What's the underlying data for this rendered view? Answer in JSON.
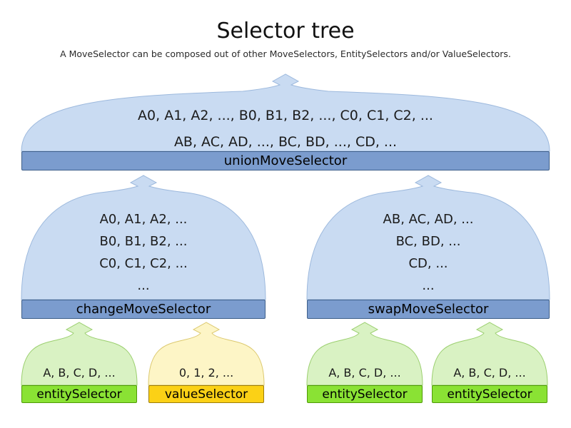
{
  "title": "Selector tree",
  "subtitle": "A MoveSelector can be composed out of other MoveSelectors, EntitySelectors and/or ValueSelectors.",
  "nodes": {
    "union": {
      "label": "unionMoveSelector",
      "lines": [
        "A0, A1, A2, ..., B0, B1, B2, ..., C0, C1, C2, ...",
        "AB, AC, AD, ..., BC, BD, ..., CD, ..."
      ]
    },
    "change": {
      "label": "changeMoveSelector",
      "lines": [
        "A0, A1, A2, ...",
        "B0, B1, B2, ...",
        "C0, C1, C2, ...",
        "..."
      ]
    },
    "swap": {
      "label": "swapMoveSelector",
      "lines": [
        "AB, AC, AD, ...",
        "BC, BD, ...",
        "CD, ...",
        "..."
      ]
    },
    "entity1": {
      "label": "entitySelector",
      "lines": [
        "A, B, C, D, ..."
      ]
    },
    "value1": {
      "label": "valueSelector",
      "lines": [
        "0, 1, 2, ..."
      ]
    },
    "entity2": {
      "label": "entitySelector",
      "lines": [
        "A, B, C, D, ..."
      ]
    },
    "entity3": {
      "label": "entitySelector",
      "lines": [
        "A, B, C, D, ..."
      ]
    }
  },
  "colors": {
    "blue": {
      "fill": "#c9dbf2",
      "stroke": "#9db9dd",
      "bar": "#7b9cce",
      "border": "#3e5f8a"
    },
    "green": {
      "fill": "#d9f2c3",
      "stroke": "#9bcf6f",
      "bar": "#8ae234",
      "border": "#4e9a06"
    },
    "yellow": {
      "fill": "#fdf5c6",
      "stroke": "#dcc96f",
      "bar": "#fbd116",
      "border": "#9c7c08"
    }
  }
}
